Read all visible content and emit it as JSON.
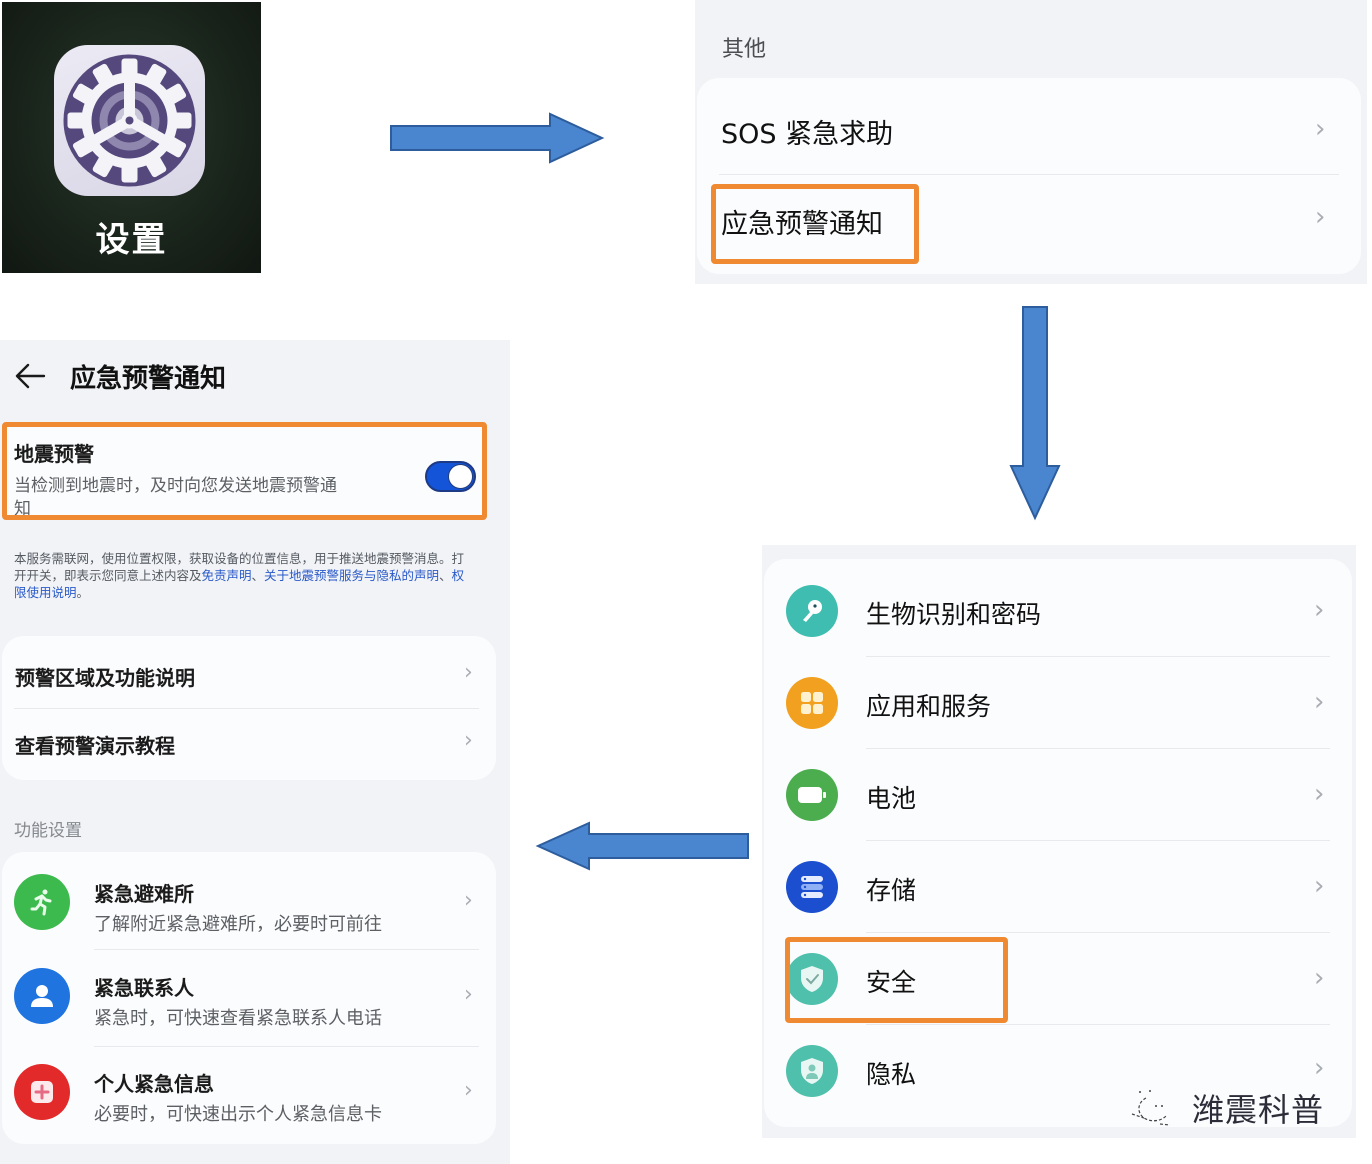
{
  "app_tile": {
    "icon": "settings-gear-icon",
    "label": "设置"
  },
  "other_panel": {
    "section_title": "其他",
    "items": [
      {
        "label": "SOS 紧急求助",
        "icon": "chevron-right-icon"
      },
      {
        "label": "应急预警通知",
        "icon": "chevron-right-icon",
        "highlighted": true
      }
    ]
  },
  "alert_page": {
    "nav": {
      "back_icon": "back-arrow-icon",
      "title": "应急预警通知"
    },
    "earthquake_card": {
      "title": "地震预警",
      "subtitle_line1": "当检测到地震时，及时向您发送地震预警通",
      "subtitle_line2": "知",
      "toggle_on": true,
      "highlighted": true
    },
    "legal": {
      "text_plain1": "本服务需联网，使用位置权限，获取设备的位置信息，用于推送地震预警消息。打开开关，即表示您同意上述内容及",
      "link1": "免责声明",
      "sep1": "、",
      "link2": "关于地震预警服务与隐私的声明",
      "sep2": "、",
      "link3": "权限使用说明",
      "end": "。"
    },
    "info_items": [
      {
        "label": "预警区域及功能说明"
      },
      {
        "label": "查看预警演示教程"
      }
    ],
    "section_title": "功能设置",
    "features": [
      {
        "title": "紧急避难所",
        "subtitle": "了解附近紧急避难所，必要时可前往",
        "icon": "running-person-icon",
        "color": "#3dba4e"
      },
      {
        "title": "紧急联系人",
        "subtitle": "紧急时，可快速查看紧急联系人电话",
        "icon": "person-icon",
        "color": "#1f74e0"
      },
      {
        "title": "个人紧急信息",
        "subtitle": "必要时，可快速出示个人紧急信息卡",
        "icon": "medical-card-icon",
        "color": "#e22a2a"
      }
    ]
  },
  "settings_panel": {
    "items": [
      {
        "label": "生物识别和密码",
        "icon": "key-icon",
        "color": "#3fbdb0"
      },
      {
        "label": "应用和服务",
        "icon": "apps-grid-icon",
        "color": "#f2a01f"
      },
      {
        "label": "电池",
        "icon": "battery-icon",
        "color": "#4cad4f"
      },
      {
        "label": "存储",
        "icon": "storage-icon",
        "color": "#1b4fcf"
      },
      {
        "label": "安全",
        "icon": "shield-check-icon",
        "color": "#4fc0ab",
        "highlighted": true
      },
      {
        "label": "隐私",
        "icon": "privacy-shield-icon",
        "color": "#4fc0ab"
      }
    ]
  },
  "watermark": {
    "text": "潍震科普"
  },
  "colors": {
    "highlight_orange": "#ef8a32",
    "arrow_blue": "#4a86d0",
    "arrow_outline": "#2d5d9c",
    "toggle_blue": "#1454d8",
    "link_blue": "#2a5ac9"
  }
}
